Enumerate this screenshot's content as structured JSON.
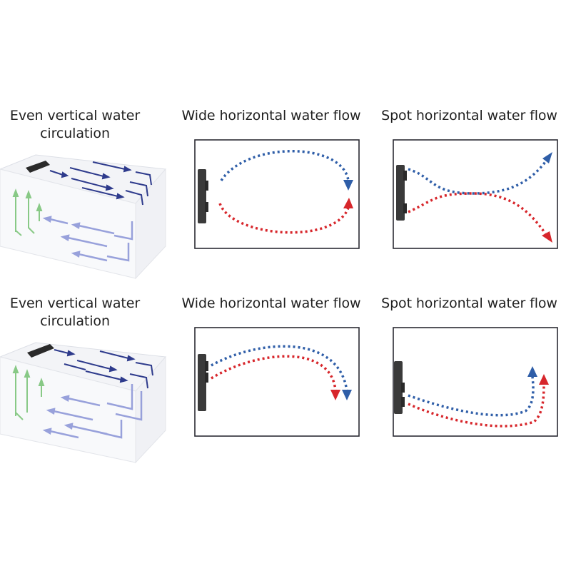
{
  "rows": [
    {
      "titles": {
        "vertical": "Even vertical water circulation",
        "wide": "Wide horizontal water flow",
        "spot": "Spot horizontal water flow"
      }
    },
    {
      "titles": {
        "vertical": "Even vertical water circulation",
        "wide": "Wide horizontal water flow",
        "spot": "Spot horizontal water flow"
      }
    }
  ],
  "colors": {
    "blue_flow": "#2f5ea8",
    "red_flow": "#d7262b",
    "pump": "#3a3a3a",
    "frame": "#2b2b33",
    "green_flow": "#7cc47a",
    "lavender_flow": "#8e98d8",
    "navy_flow": "#2e3b8c"
  }
}
